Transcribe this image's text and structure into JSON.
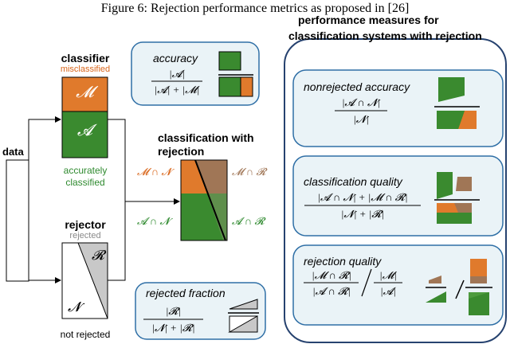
{
  "caption": "Figure 6: Rejection performance metrics as proposed in [26]",
  "colors": {
    "misclassified": "#e07a2c",
    "accurate": "#3a8a2f",
    "rejected_misclassified": "#a07656",
    "rejected_grey": "#c8c8c8",
    "panel_fill": "#eaf3f7",
    "panel_stroke": "#2f6fa6",
    "big_panel_stroke": "#26426f",
    "accurate_label": "#2f8a2f",
    "misclassified_label": "#d9661b"
  },
  "data_label": "data",
  "classifier": {
    "title": "classifier",
    "misclassified_label": "misclassified",
    "M_symbol": "𝓜",
    "A_symbol": "𝓐",
    "accurate_label_line1": "accurately",
    "accurate_label_line2": "classified"
  },
  "rejector": {
    "title": "rejector",
    "rejected_label": "rejected",
    "R_symbol": "𝓡",
    "N_symbol": "𝓝",
    "not_rejected_label": "not rejected"
  },
  "combined": {
    "title_line1": "classification with",
    "title_line2": "rejection",
    "MN": "𝓜 ∩ 𝓝",
    "MR": "𝓜 ∩ 𝓡",
    "AN": "𝓐 ∩ 𝓝",
    "AR": "𝓐 ∩ 𝓡"
  },
  "accuracy": {
    "title": "accuracy",
    "numerator": "|𝓐|",
    "denominator": "|𝓐| + |𝓜|"
  },
  "rejected_fraction": {
    "title": "rejected fraction",
    "numerator": "|𝓡|",
    "denominator": "|𝓝| + |𝓡|"
  },
  "measures": {
    "header_line1": "performance measures for",
    "header_line2": "classification  systems with rejection",
    "nonrejected_accuracy": {
      "title": "nonrejected accuracy",
      "numerator": "|𝓐 ∩ 𝓝|",
      "denominator": "|𝓝|"
    },
    "classification_quality": {
      "title": "classification quality",
      "numerator": "|𝓐 ∩ 𝓝| + |𝓜 ∩ 𝓡|",
      "denominator": "|𝓝| + |𝓡|"
    },
    "rejection_quality": {
      "title": "rejection quality",
      "num1": "|𝓜 ∩ 𝓡|",
      "den1": "|𝓐 ∩ 𝓡|",
      "num2": "|𝓜|",
      "den2": "|𝓐|"
    }
  }
}
